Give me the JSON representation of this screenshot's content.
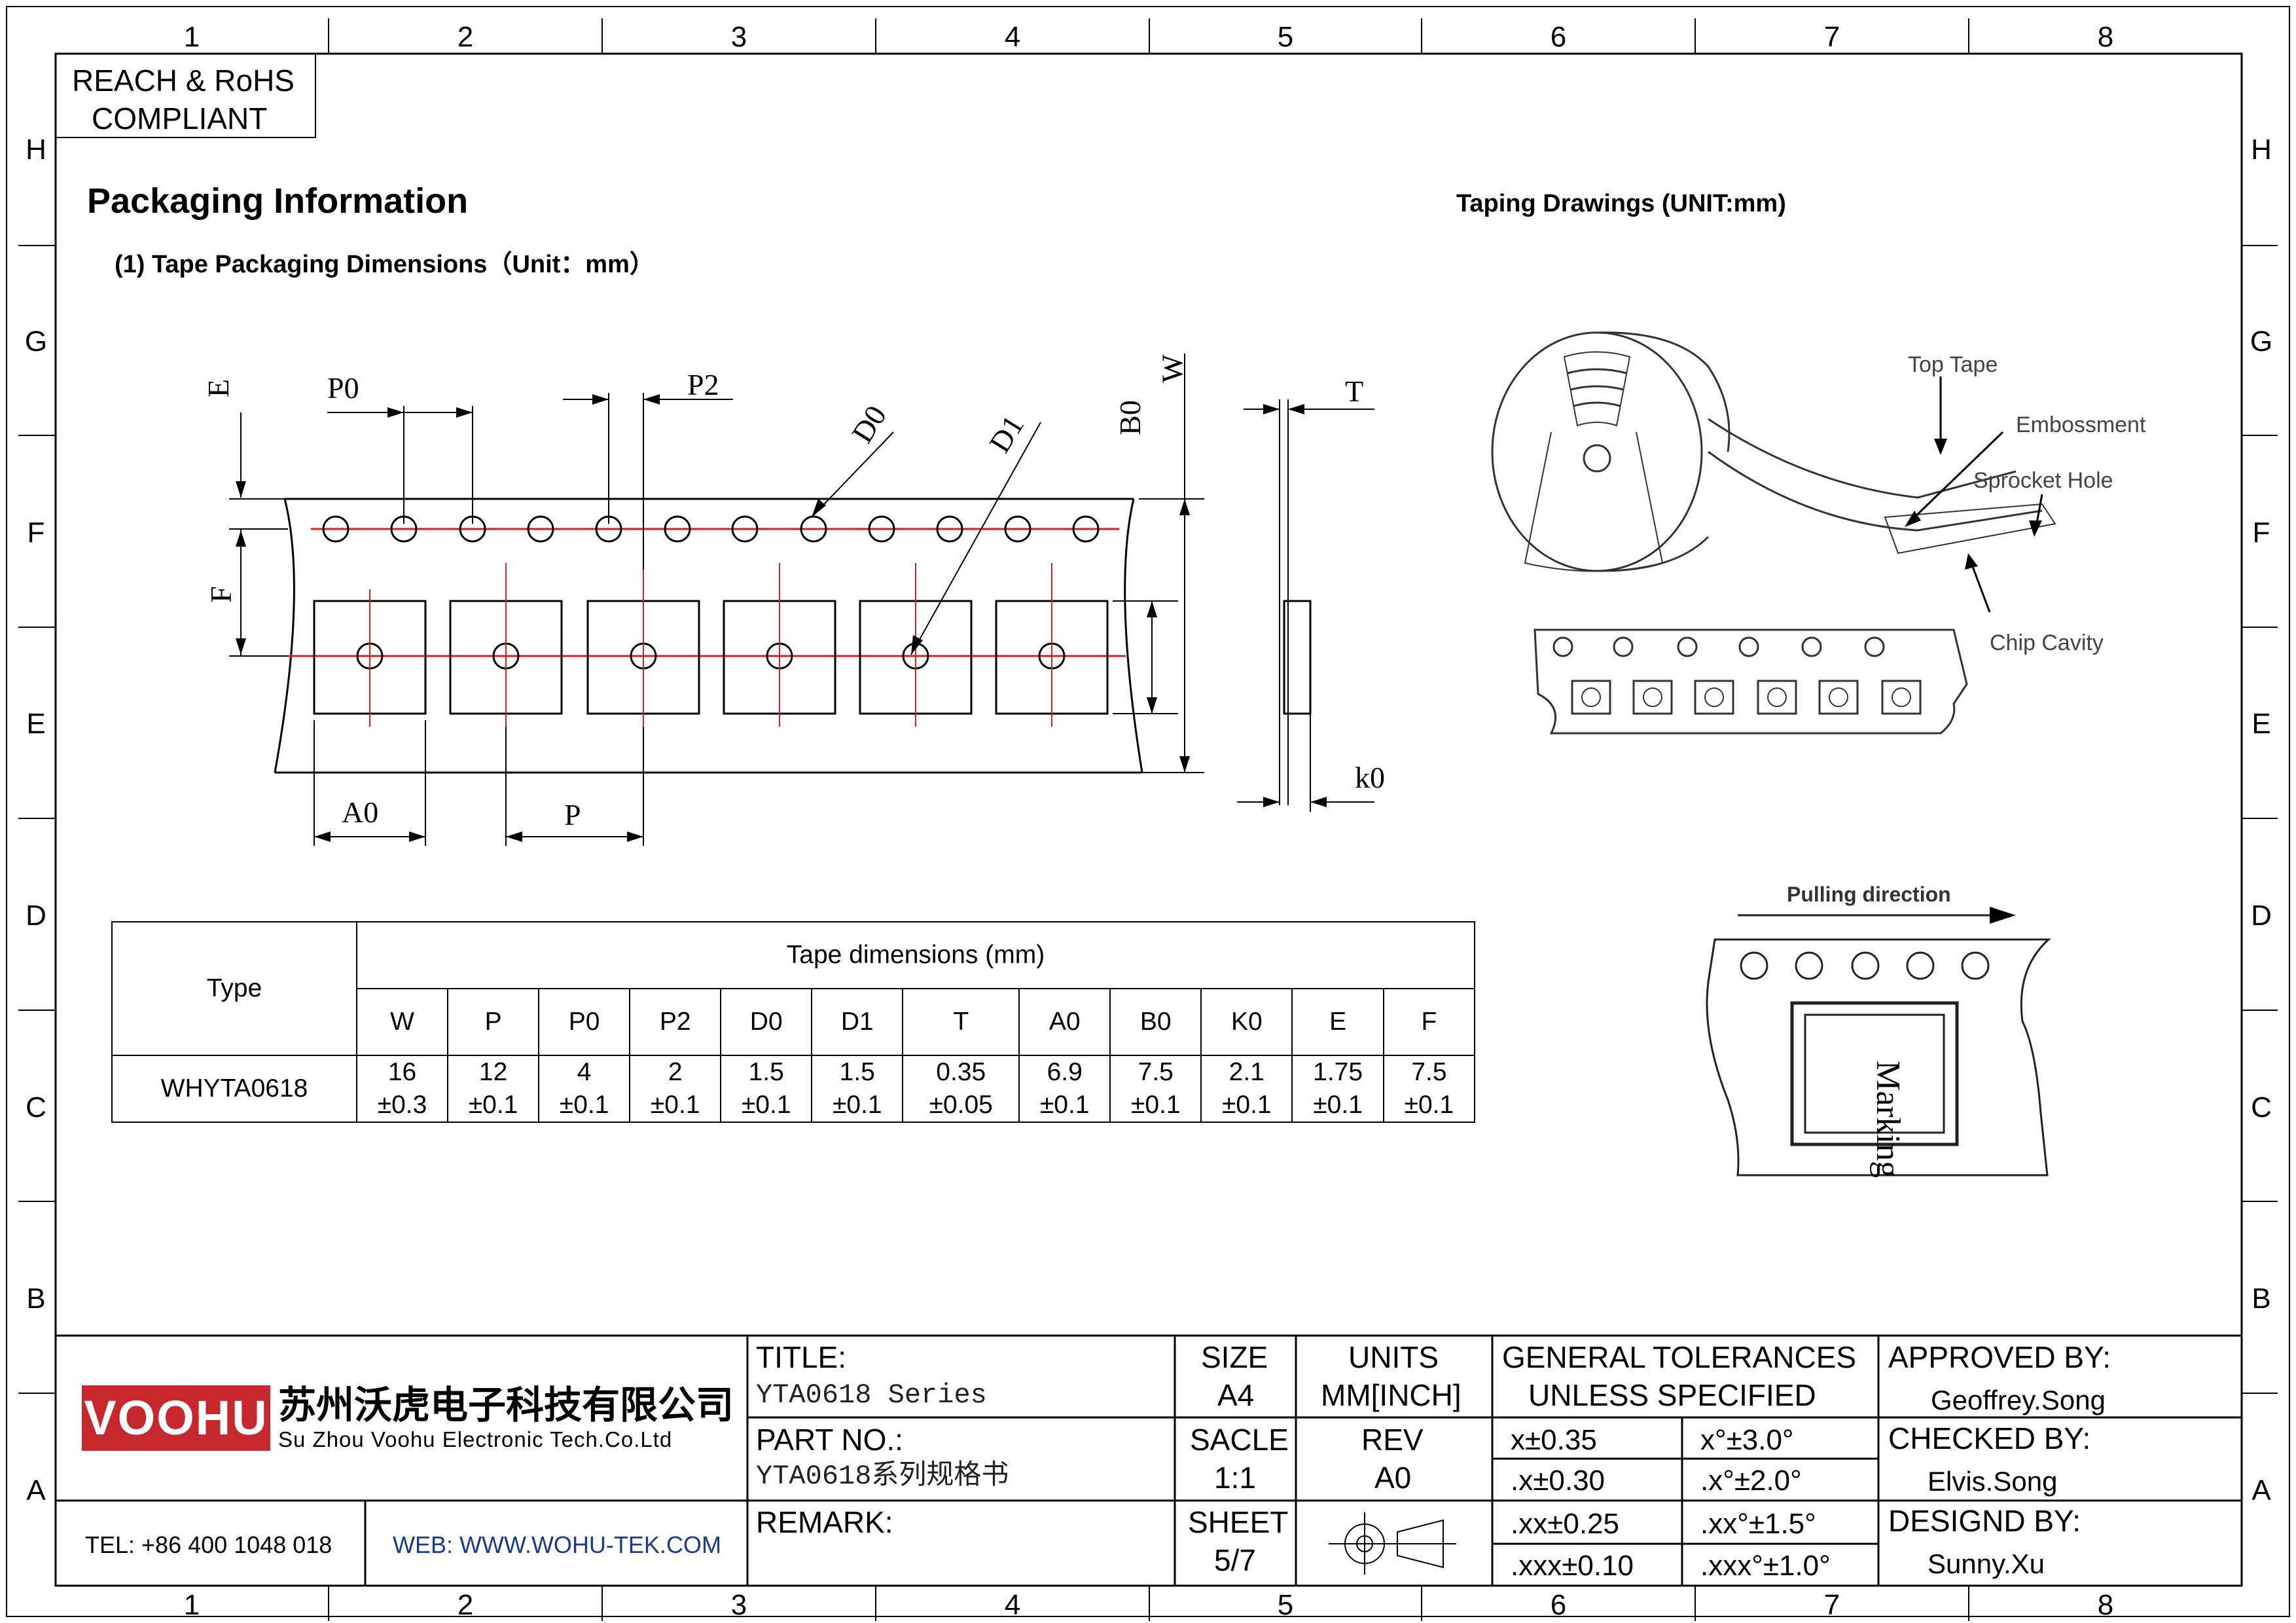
{
  "zones": {
    "columns": [
      "1",
      "2",
      "3",
      "4",
      "5",
      "6",
      "7",
      "8"
    ],
    "rows": [
      "H",
      "G",
      "F",
      "E",
      "D",
      "C",
      "B",
      "A"
    ]
  },
  "compliance": {
    "line1": "REACH & RoHS",
    "line2": "COMPLIANT"
  },
  "headings": {
    "main": "Packaging Information",
    "sub": "(1) Tape Packaging Dimensions（Unit：mm）",
    "taping": "Taping Drawings (UNIT:mm)"
  },
  "drawing_labels": {
    "e": "E",
    "p0": "P0",
    "p2": "P2",
    "d0": "D0",
    "d1": "D1",
    "b0": "B0",
    "w": "W",
    "t": "T",
    "f": "F",
    "a0": "A0",
    "p": "P",
    "k0": "k0"
  },
  "reel_labels": {
    "top_tape": "Top Tape",
    "embossment": "Embossment",
    "sprocket_hole": "Sprocket Hole",
    "chip_cavity": "Chip Cavity",
    "pulling_direction": "Pulling direction",
    "marking": "Marking"
  },
  "table": {
    "type_header": "Type",
    "group_header": "Tape dimensions (mm)",
    "columns": [
      "W",
      "P",
      "P0",
      "P2",
      "D0",
      "D1",
      "T",
      "A0",
      "B0",
      "K0",
      "E",
      "F"
    ],
    "row": {
      "type": "WHYTA0618",
      "values": [
        {
          "v": "16",
          "tol": "±0.3"
        },
        {
          "v": "12",
          "tol": "±0.1"
        },
        {
          "v": "4",
          "tol": "±0.1"
        },
        {
          "v": "2",
          "tol": "±0.1"
        },
        {
          "v": "1.5",
          "tol": "±0.1"
        },
        {
          "v": "1.5",
          "tol": "±0.1"
        },
        {
          "v": "0.35",
          "tol": "±0.05"
        },
        {
          "v": "6.9",
          "tol": "±0.1"
        },
        {
          "v": "7.5",
          "tol": "±0.1"
        },
        {
          "v": "2.1",
          "tol": "±0.1"
        },
        {
          "v": "1.75",
          "tol": "±0.1"
        },
        {
          "v": "7.5",
          "tol": "±0.1"
        }
      ]
    }
  },
  "title_block": {
    "company_logo": "VOOHU",
    "company_cn": "苏州沃虎电子科技有限公司",
    "company_en": "Su Zhou Voohu Electronic Tech.Co.Ltd",
    "tel": "TEL: +86 400 1048 018",
    "web": "WEB: WWW.WOHU-TEK.COM",
    "title_label": "TITLE:",
    "title_value": "YTA0618 Series",
    "part_label": "PART NO.:",
    "part_value": "YTA0618系列规格书",
    "remark_label": "REMARK:",
    "size_label": "SIZE",
    "size_value": "A4",
    "units_label": "UNITS",
    "units_value": "MM[INCH]",
    "scale_label": "SACLE",
    "scale_value": "1:1",
    "rev_label": "REV",
    "rev_value": "A0",
    "sheet_label": "SHEET",
    "sheet_value": "5/7",
    "tol_title1": "GENERAL TOLERANCES",
    "tol_title2": "UNLESS SPECIFIED",
    "tolerances": [
      [
        "x±0.35",
        "x°±3.0°"
      ],
      [
        ".x±0.30",
        ".x°±2.0°"
      ],
      [
        ".xx±0.25",
        ".xx°±1.5°"
      ],
      [
        ".xxx±0.10",
        ".xxx°±1.0°"
      ]
    ],
    "approved_label": "APPROVED BY:",
    "approved_value": "Geoffrey.Song",
    "checked_label": "CHECKED BY:",
    "checked_value": "Elvis.Song",
    "designed_label": "DESIGND BY:",
    "designed_value": "Sunny.Xu"
  },
  "colors": {
    "centerline": "#d42020",
    "logo": "#c6282e",
    "web": "#1a3a8a"
  }
}
